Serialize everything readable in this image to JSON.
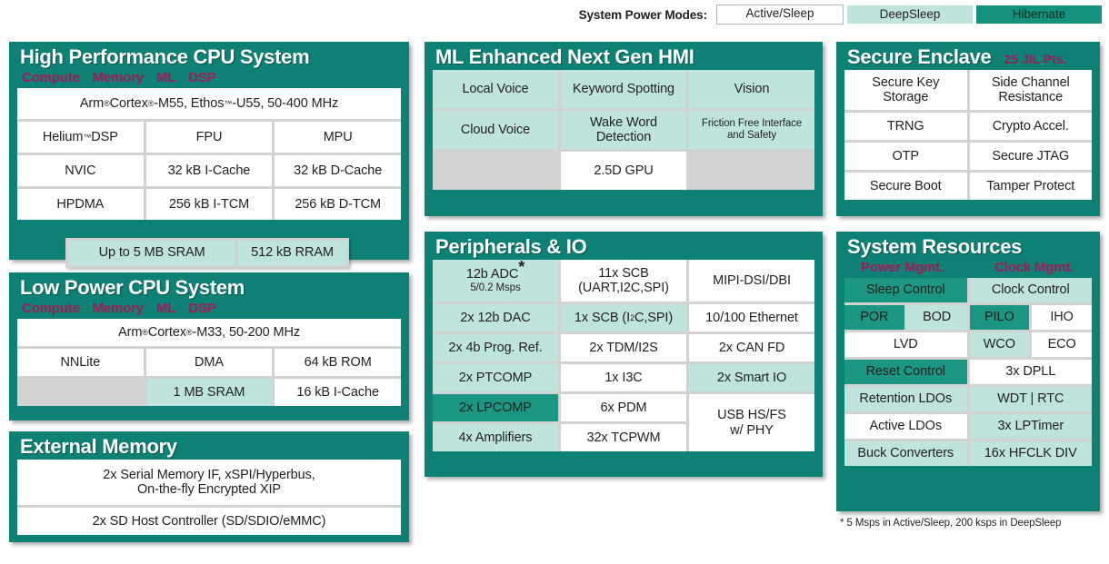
{
  "legend": {
    "label": "System Power Modes:",
    "modes": [
      {
        "name": "Active/Sleep",
        "style": "active",
        "color": "#ffffff"
      },
      {
        "name": "DeepSleep",
        "style": "deep",
        "color": "#bfe3dd"
      },
      {
        "name": "Hibernate",
        "style": "hib",
        "color": "#15927d"
      }
    ]
  },
  "colors": {
    "panel_teal": "#0d8274",
    "deep_sleep": "#bfe3dd",
    "hibernate": "#1b9683",
    "accent_magenta": "#a01b5b",
    "grid_gray": "#d2d2d2"
  },
  "panels": {
    "hp_cpu": {
      "title": "High Performance CPU System",
      "sublabels": [
        "Compute",
        "Memory",
        "ML",
        "DSP"
      ],
      "cells": [
        "Arm® Cortex®-M55, Ethos™-U55, 50-400 MHz",
        "Helium™ DSP",
        "FPU",
        "MPU",
        "NVIC",
        "32 kB I-Cache",
        "32 kB D-Cache",
        "HPDMA",
        "256 kB I-TCM",
        "256 kB D-TCM"
      ]
    },
    "sram_bar": {
      "cells": [
        "Up to 5 MB SRAM",
        "512 kB RRAM"
      ]
    },
    "lp_cpu": {
      "title": "Low Power CPU System",
      "sublabels": [
        "Compute",
        "Memory",
        "ML",
        "DSP"
      ],
      "cells": [
        "Arm® Cortex®-M33, 50-200 MHz",
        "NNLite",
        "DMA",
        "64 kB ROM",
        "",
        "1 MB SRAM",
        "16 kB I-Cache"
      ]
    },
    "ext_mem": {
      "title": "External Memory",
      "cells": [
        "2x Serial Memory IF, xSPI/Hyperbus,\nOn-the-fly Encrypted XIP",
        "2x SD Host Controller (SD/SDIO/eMMC)"
      ],
      "cell0_line1": "2x Serial Memory IF, xSPI/Hyperbus,",
      "cell0_line2": "On-the-fly Encrypted XIP",
      "cell1": "2x SD Host Controller (SD/SDIO/eMMC)"
    },
    "hmi": {
      "title": "ML Enhanced Next Gen HMI",
      "cells": {
        "local_voice": "Local Voice",
        "keyword_spotting": "Keyword Spotting",
        "vision": "Vision",
        "cloud_voice": "Cloud Voice",
        "wake_word": "Wake Word Detection",
        "friction_free": "Friction Free Interface and Safety",
        "gpu": "2.5D GPU"
      }
    },
    "peripherals": {
      "title": "Peripherals & IO",
      "cells": {
        "adc": "12b ADC",
        "adc_sub": "5/0.2 Msps",
        "scb11": "11x SCB (UART,I2C,SPI)",
        "scb11_l1": "11x SCB",
        "scb11_l2": "(UART,I2C,SPI)",
        "mipi": "MIPI-DSI/DBI",
        "dac": "2x 12b DAC",
        "scb1": "1x SCB (I2C,SPI)",
        "eth": "10/100 Ethernet",
        "progref": "2x 4b Prog. Ref.",
        "tdm": "2x TDM/I2S",
        "canfd": "2x CAN FD",
        "ptcomp": "2x PTCOMP",
        "i3c": "1x I3C",
        "smartio": "2x Smart IO",
        "lpcomp": "2x LPCOMP",
        "pdm": "6x PDM",
        "usb_l1": "USB HS/FS",
        "usb_l2": "w/ PHY",
        "amps": "4x Amplifiers",
        "tcpwm": "32x TCPWM"
      }
    },
    "secure_enclave": {
      "title": "Secure Enclave",
      "badge": "25 JIL Pts.",
      "cells": [
        "Secure Key Storage",
        "Side Channel Resistance",
        "TRNG",
        "Crypto Accel.",
        "OTP",
        "Secure JTAG",
        "Secure Boot",
        "Tamper Protect"
      ],
      "cell0_l1": "Secure Key",
      "cell0_l2": "Storage",
      "cell1_l1": "Side Channel",
      "cell1_l2": "Resistance"
    },
    "system_resources": {
      "title": "System Resources",
      "sublabels": [
        "Power Mgmt.",
        "Clock Mgmt."
      ],
      "power": {
        "sleep_control": "Sleep Control",
        "por": "POR",
        "bod": "BOD",
        "lvd": "LVD",
        "reset_control": "Reset Control",
        "retention_ldos": "Retention LDOs",
        "active_ldos": "Active LDOs",
        "buck": "Buck Converters"
      },
      "clock": {
        "clock_control": "Clock Control",
        "pilo": "PILO",
        "iho": "IHO",
        "wco": "WCO",
        "eco": "ECO",
        "dpll": "3x DPLL",
        "wdt_rtc": "WDT  |  RTC",
        "lptimer": "3x LPTimer",
        "hfclk": "16x HFCLK DIV"
      }
    }
  },
  "footnote": "* 5 Msps in Active/Sleep, 200 ksps in DeepSleep"
}
